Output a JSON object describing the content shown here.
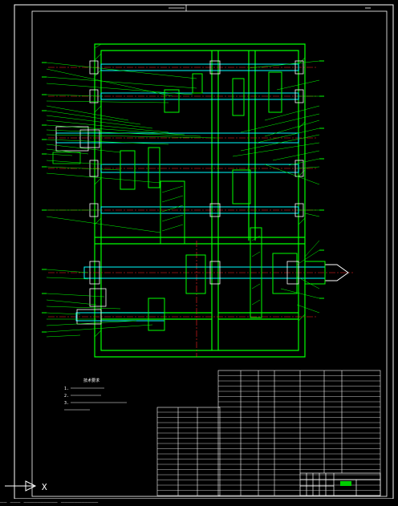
{
  "app": {
    "canvas_background": "#000000",
    "colors": {
      "frame": "#ffffff",
      "housing": "#00ff00",
      "shaft": "#00ffff",
      "centerline": "#ff2020",
      "leader": "#00ff00",
      "table": "#ffffff",
      "title_block_fill": "#00cc00"
    }
  },
  "drawing": {
    "notes_title": "技术要求",
    "notes": [
      "1.",
      "2.",
      "3."
    ],
    "parts_table_rows": 24,
    "title_block_label": ""
  },
  "ucs_icon": {
    "name": "ucs-icon",
    "axis_label": "X"
  },
  "command_line": {
    "text": "——  ———  ——————————  ———————————"
  }
}
